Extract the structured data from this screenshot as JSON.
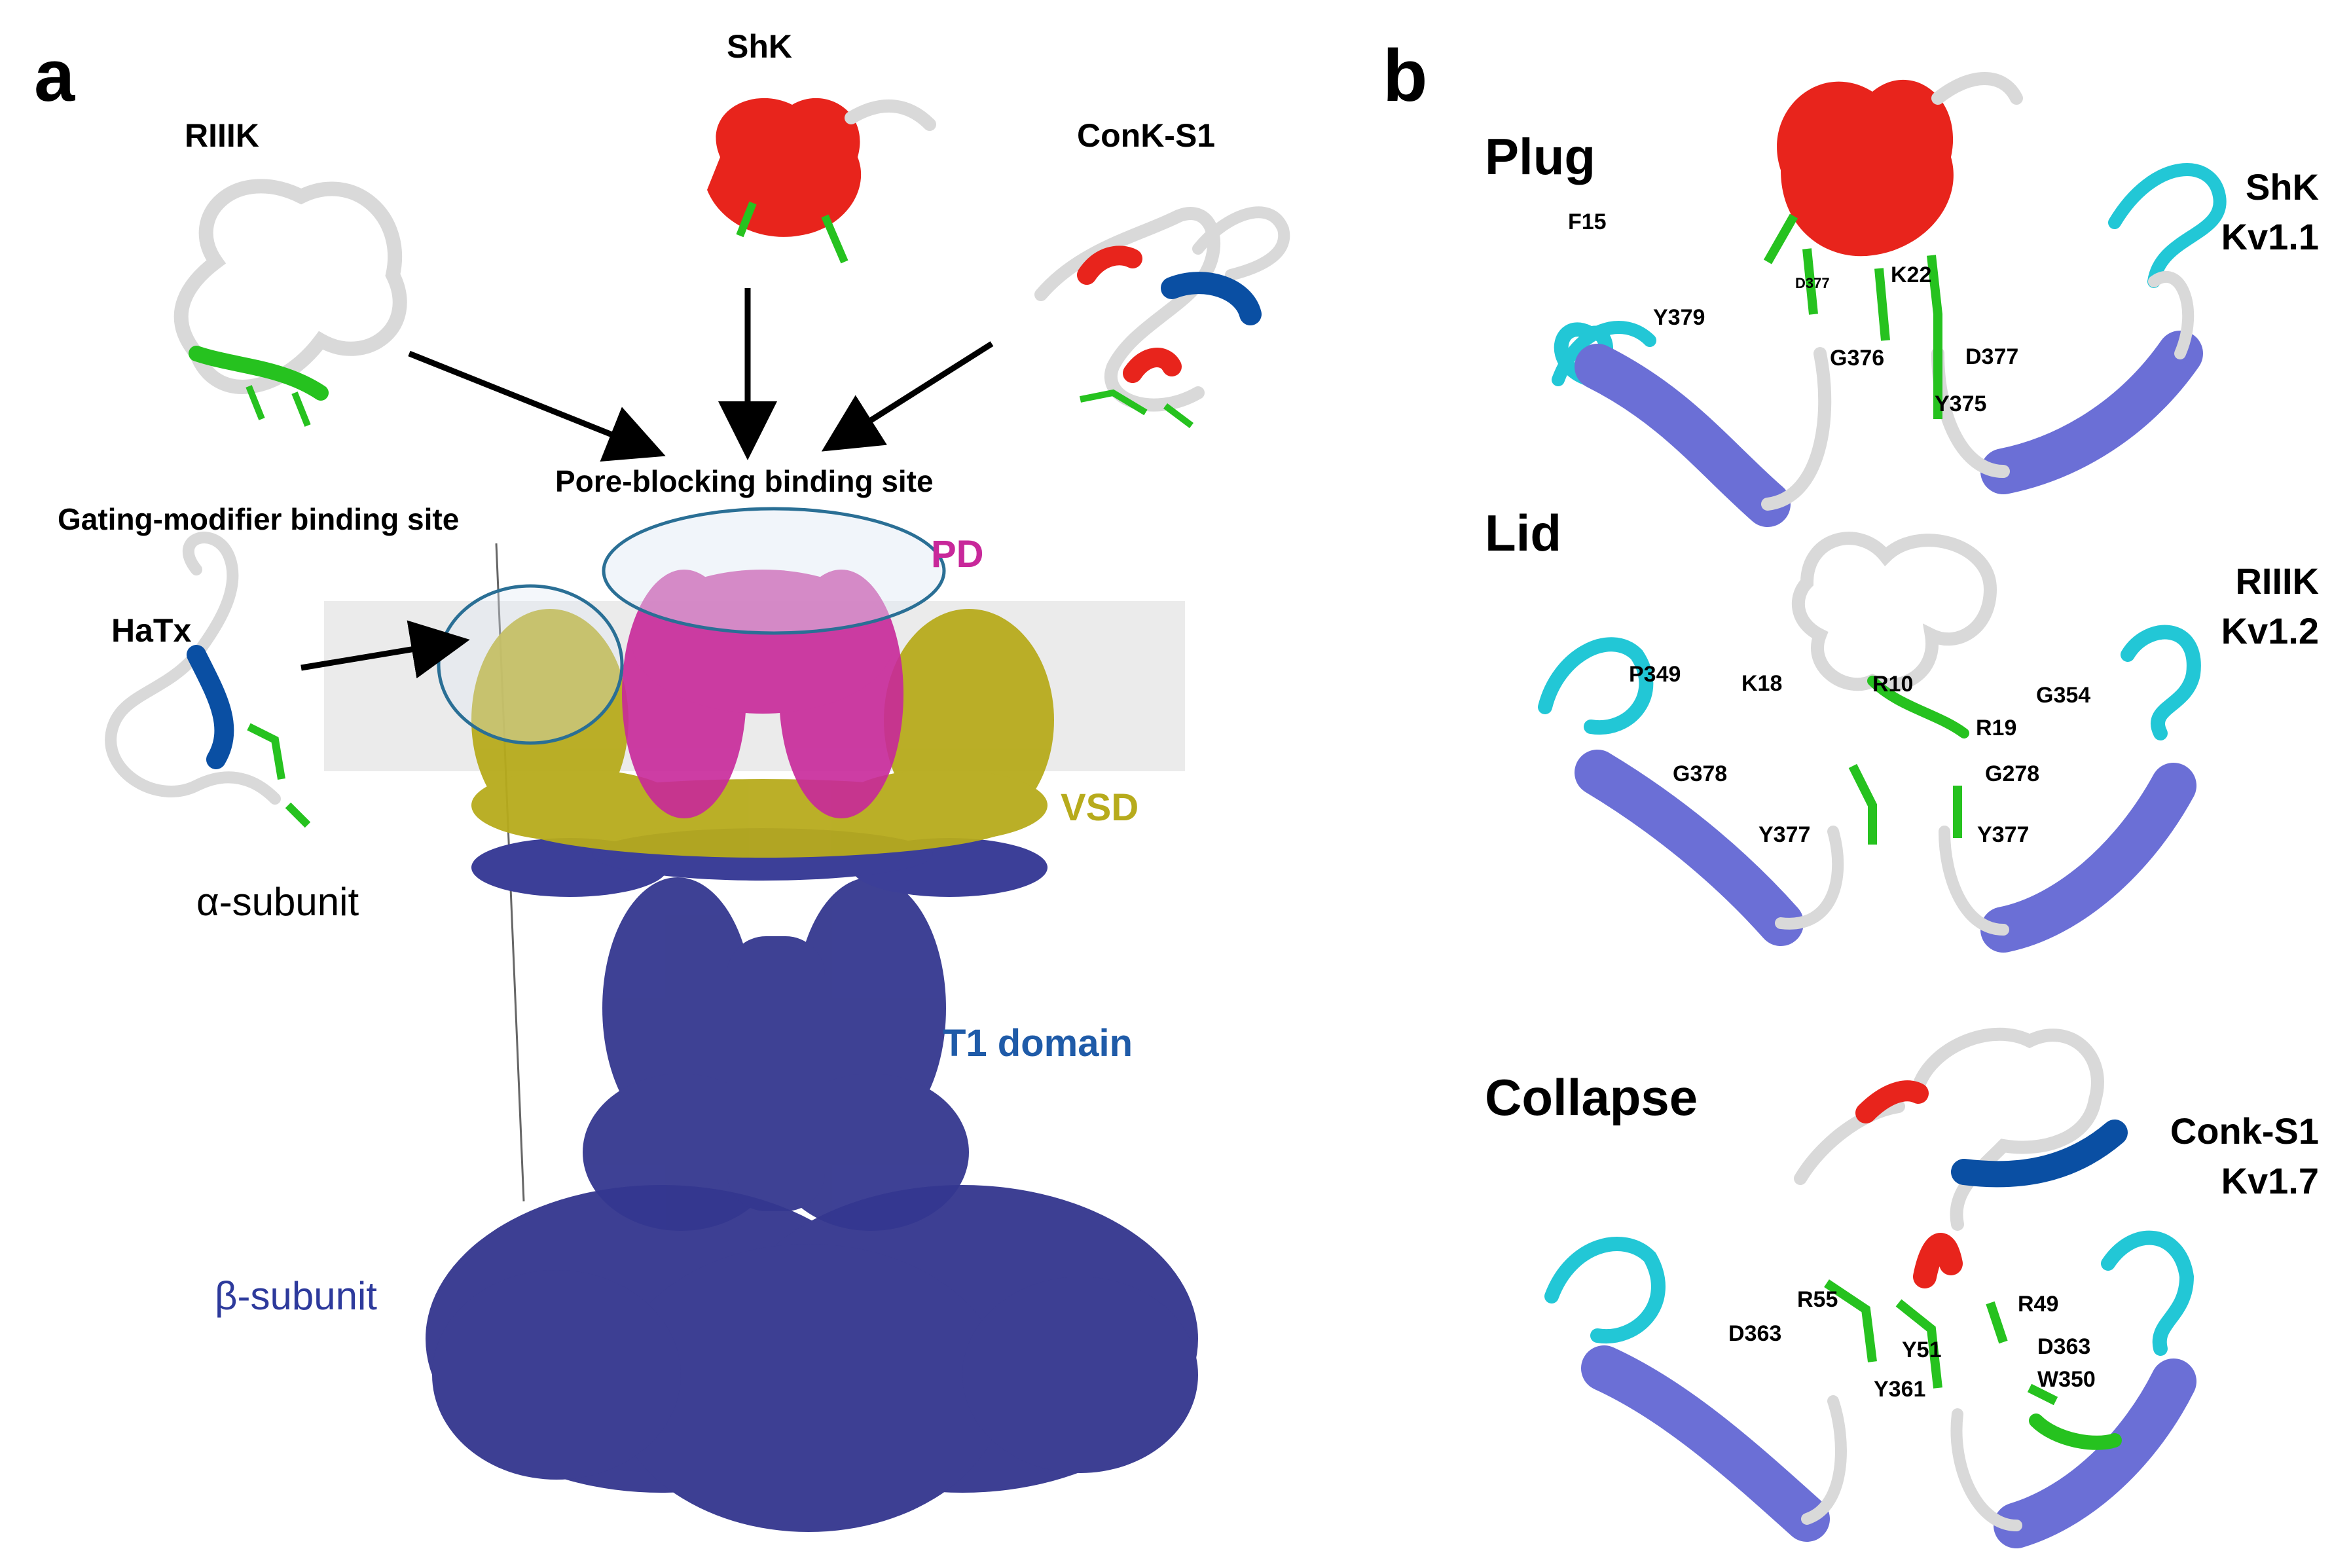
{
  "panels": {
    "a": {
      "letter": "a",
      "toxins": {
        "riiik": "RIIIK",
        "shk": "ShK",
        "conk_s1": "ConK-S1",
        "hatx": "HaTx"
      },
      "sites": {
        "pore_blocking": "Pore-blocking binding site",
        "gating_modifier": "Gating-modifier binding site"
      },
      "domains": {
        "pd": "PD",
        "vsd": "VSD",
        "t1": "T1 domain",
        "alpha": "α-subunit",
        "beta": "β-subunit"
      }
    },
    "b": {
      "letter": "b",
      "rows": [
        {
          "mode": "Plug",
          "toxin": "ShK",
          "channel": "Kv1.1",
          "residues": [
            "F15",
            "D377",
            "K22",
            "Y379",
            "G376",
            "D377",
            "Y375"
          ]
        },
        {
          "mode": "Lid",
          "toxin": "RIIIK",
          "channel": "Kv1.2",
          "residues": [
            "P349",
            "K18",
            "R10",
            "G354",
            "R19",
            "G378",
            "G278",
            "Y377",
            "Y377"
          ]
        },
        {
          "mode": "Collapse",
          "toxin": "Conk-S1",
          "channel": "Kv1.7",
          "residues": [
            "R55",
            "R49",
            "D363",
            "Y51",
            "D363",
            "W350",
            "Y361"
          ]
        }
      ]
    }
  },
  "colors": {
    "helix_red": "#e8241c",
    "coil_white": "#d9d9d9",
    "sidechain_green": "#26c21f",
    "strand_blue": "#0a4fa3",
    "pd_magenta": "#c8289a",
    "vsd_olive": "#b7ab1c",
    "t1_navy": "#2d2f8a",
    "channel_cyan": "#22c7d6",
    "channel_periwinkle": "#6b6fd6",
    "membrane_gray": "#ebebeb",
    "site_ring": "#2a6f95"
  }
}
